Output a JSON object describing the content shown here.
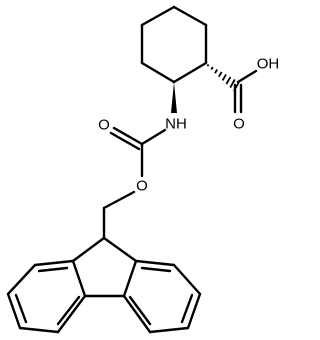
{
  "molecule": {
    "atoms": {
      "hydroxyl": "OH",
      "acid_carbonyl_oxygen": "O",
      "amide_nitrogen": "NH",
      "carbamate_carbonyl_oxygen": "O",
      "ester_oxygen": "O"
    },
    "colors": {
      "bond": "#000000",
      "label": "#000000",
      "background": "#ffffff"
    }
  }
}
